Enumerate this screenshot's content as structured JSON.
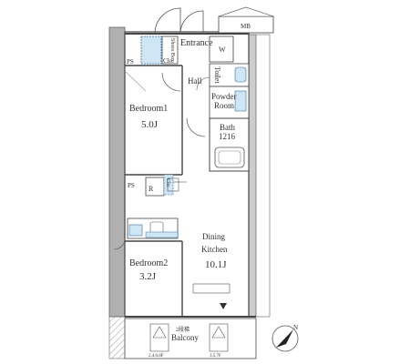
{
  "floorplan": {
    "rooms": {
      "entrance": "Entrance",
      "shoes_box": "Shoes Box",
      "closet_top": "Clo.",
      "ps_top": "PS",
      "w": "W",
      "toilet": "Toilet",
      "hall": "Hall",
      "powder_room_line1": "Powder",
      "powder_room_line2": "Room",
      "bedroom1_name": "Bedroom1",
      "bedroom1_size": "5.0J",
      "bath_name": "Bath",
      "bath_size": "1216",
      "ps_mid": "PS",
      "r": "R",
      "closet_mid": "Clo.",
      "dining_line1": "Dining",
      "dining_line2": "Kitchen",
      "dining_size": "10.1J",
      "bedroom2_name": "Bedroom2",
      "bedroom2_size": "3.2J",
      "mb": "MB",
      "balcony": "Balcony",
      "balcony_tag": "2段梯",
      "hatch_left": "2.4.6.8F",
      "hatch_right": "3.5.7F"
    },
    "compass": "N"
  }
}
